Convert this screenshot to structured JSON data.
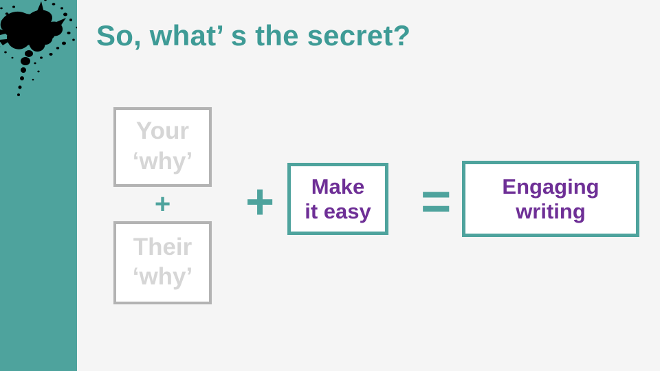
{
  "slide": {
    "title": "So, what’ s the secret?",
    "background_color": "#f5f5f5"
  },
  "sidebar": {
    "color": "#4ea39d",
    "graphic": "ink-splatter",
    "graphic_color": "#000000"
  },
  "theme": {
    "teal": "#4ea39d",
    "title_teal": "#3e9b96",
    "purple": "#6e2f96",
    "gray_border": "#b3b3b3",
    "gray_text": "#d6d6d6",
    "white": "#ffffff"
  },
  "equation": {
    "your_why": {
      "line1": "Your",
      "line2": "‘why’"
    },
    "operator_inner_plus": "+",
    "their_why": {
      "line1": "Their",
      "line2": "‘why’"
    },
    "operator_plus": "+",
    "make_it_easy": {
      "line1": "Make",
      "line2": "it easy"
    },
    "operator_equals": "=",
    "engaging_writing": {
      "line1": "Engaging",
      "line2": "writing"
    }
  }
}
